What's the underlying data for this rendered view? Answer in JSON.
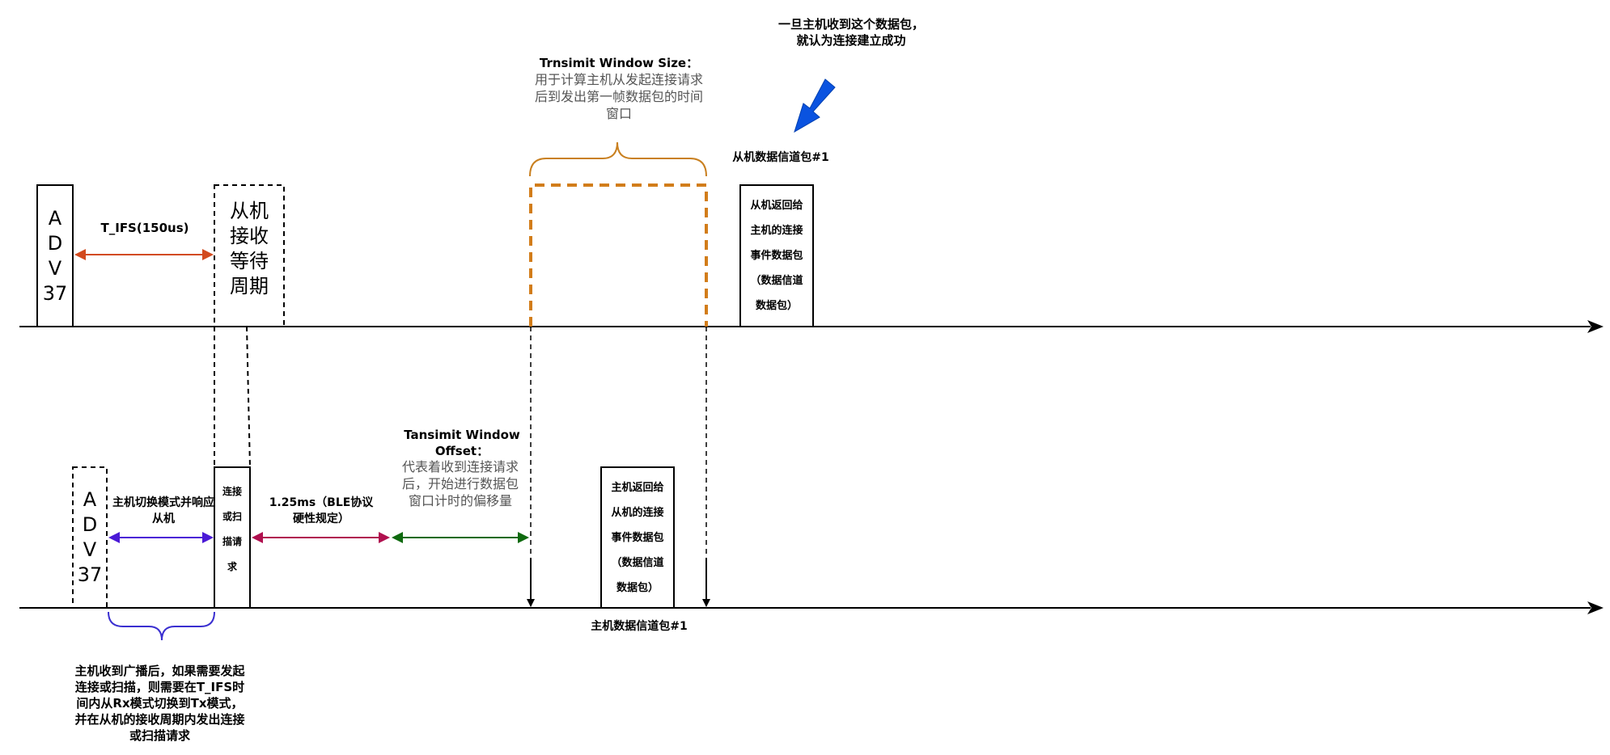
{
  "annotations": {
    "success_note": "一旦主机收到这个数据包，就认为连接建立成功",
    "slave_data_channel_label": "从机数据信道包#1",
    "master_data_channel_label": "主机数据信道包#1",
    "window_size_title": "Trnsimit Window Size：",
    "window_size_desc": "用于计算主机从发起连接请求后到发出第一帧数据包的时间窗口",
    "window_offset_title": "Tansimit Window Offset：",
    "window_offset_desc": "代表着收到连接请求后，开始进行数据包窗口计时的偏移量",
    "tifs_label": "T_IFS(150us)",
    "switch_mode_label": "主机切换模式并响应从机",
    "ble_interval_label": "1.25ms（BLE协议硬性规定）",
    "bottom_note": "主机收到广播后，如果需要发起连接或扫描，则需要在T_IFS时间内从Rx模式切换到Tx模式，并在从机的接收周期内发出连接或扫描请求"
  },
  "boxes": {
    "adv_top": [
      "A",
      "D",
      "V",
      "37"
    ],
    "adv_bottom": [
      "A",
      "D",
      "V",
      "37"
    ],
    "slave_rx_wait": [
      "从机",
      "接收",
      "等待",
      "周期"
    ],
    "connect_request": [
      "连接",
      "或扫",
      "描请",
      "求"
    ],
    "slave_return": [
      "从机返回给",
      "主机的连接",
      "事件数据包",
      "（数据信道",
      "数据包）"
    ],
    "master_return": [
      "主机返回给",
      "从机的连接",
      "事件数据包",
      "（数据信道",
      "数据包）"
    ]
  },
  "colors": {
    "tifs_arrow": "#d24a1e",
    "switch_arrow": "#4a19d6",
    "ble_arrow": "#b0104f",
    "offset_arrow": "#0f6a0f",
    "window_dashed": "#d27d1a",
    "brace_orange": "#c98020",
    "brace_blue": "#3a2fd0",
    "callout_arrow": "#0a53e0"
  }
}
